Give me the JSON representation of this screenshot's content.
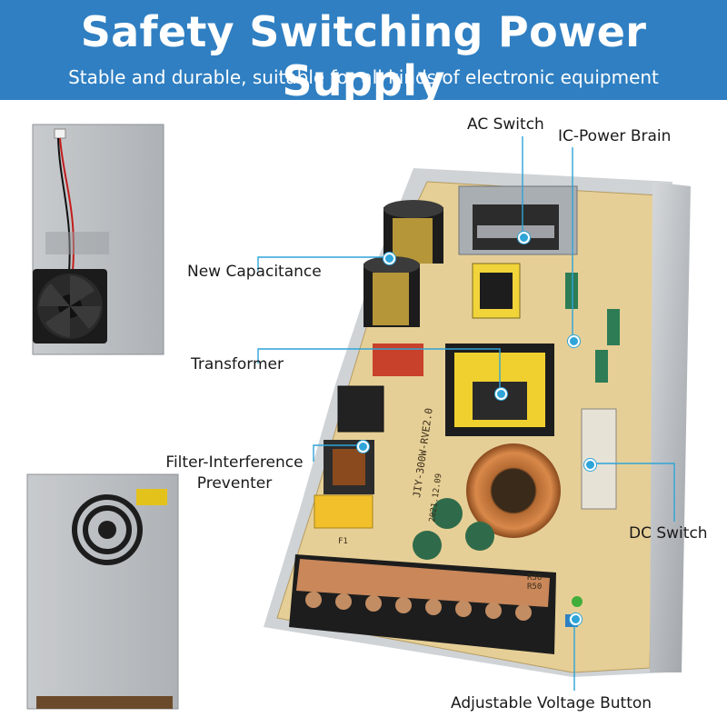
{
  "header": {
    "title": "Safety Switching Power Supply",
    "subtitle": "Stable and durable, suitable for all kinds of electronic equipment"
  },
  "callouts": {
    "ac_switch": "AC Switch",
    "ic_power_brain": "IC-Power Brain",
    "new_capacitance": "New Capacitance",
    "transformer": "Transformer",
    "filter_line1": "Filter-Interference",
    "filter_line2": "Preventer",
    "dc_switch": "DC Switch",
    "adjustable_voltage": "Adjustable Voltage Button"
  },
  "board_print": {
    "model": "JIY-300W-RVE2.0",
    "date": "2021.12.09",
    "part_r36": "R36",
    "part_r50": "R50",
    "fuse_ref": "F1"
  },
  "colors": {
    "banner": "#2f7fc2",
    "callout_line": "#2fa4d8",
    "pcb": "#e6cf96",
    "metal": "#bfc3c7"
  },
  "icons": [
    "cooling-fan-icon",
    "vent-grille-icon",
    "terminal-block-icon",
    "toroid-coil-icon"
  ]
}
